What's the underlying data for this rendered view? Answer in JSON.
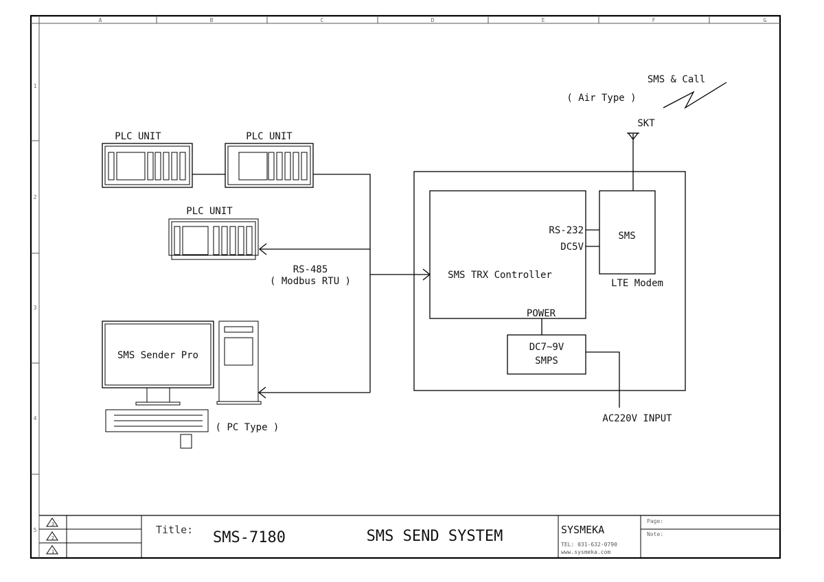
{
  "frame": {
    "column_refs": [
      "A",
      "B",
      "C",
      "D",
      "E",
      "F",
      "G"
    ],
    "row_refs": [
      "1",
      "2",
      "3",
      "4",
      "5"
    ]
  },
  "diagram": {
    "plc_units": [
      {
        "label": "PLC UNIT"
      },
      {
        "label": "PLC UNIT"
      },
      {
        "label": "PLC UNIT"
      }
    ],
    "bus": {
      "line1": "RS-485",
      "line2": "( Modbus RTU )"
    },
    "pc": {
      "screen_text": "SMS Sender Pro",
      "label": "( PC Type )"
    },
    "controller": {
      "label": "SMS TRX Controller",
      "port_rs232": "RS-232",
      "port_dc5v": "DC5V",
      "port_power": "POWER"
    },
    "modem": {
      "inner_label": "SMS",
      "caption": "LTE Modem"
    },
    "smps": {
      "line1": "DC7~9V",
      "line2": "SMPS"
    },
    "power_input": "AC220V INPUT",
    "antenna": {
      "carrier": "SKT",
      "air_label": "( Air Type )",
      "link_label": "SMS & Call"
    }
  },
  "title_block": {
    "revisions": [
      "3",
      "2",
      "1"
    ],
    "title_label": "Title:",
    "model": "SMS-7180",
    "system_name": "SMS SEND SYSTEM",
    "company": "SYSMEKA",
    "tel": "TEL: 031-632-0790",
    "website": "www.sysmeka.com",
    "page_label": "Page:",
    "note_label": "Note:"
  }
}
